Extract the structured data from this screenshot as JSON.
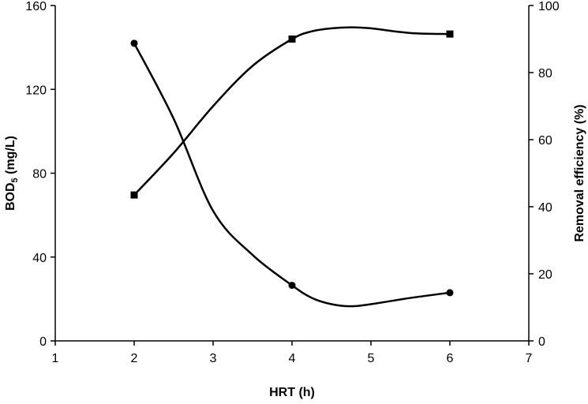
{
  "chart_data": {
    "type": "line",
    "xlabel": "HRT (h)",
    "ylabel": "BOD5 (mg/L)",
    "ylabel_main": "BOD",
    "ylabel_sub": "5",
    "ylabel_rest": " (mg/L)",
    "y2label": "Removal efficiency (%)",
    "xlim": [
      1,
      7
    ],
    "ylim": [
      0,
      160
    ],
    "y2lim": [
      0,
      100
    ],
    "xticks": [
      1,
      2,
      3,
      4,
      5,
      6,
      7
    ],
    "yticks": [
      0,
      40,
      80,
      120,
      160
    ],
    "y2ticks": [
      0,
      20,
      40,
      60,
      80,
      100
    ],
    "grid": false,
    "colors": {
      "line": "#000000",
      "marker": "#000000"
    },
    "series": [
      {
        "axis": "left",
        "marker": "circle",
        "x": [
          2,
          4,
          6
        ],
        "y": [
          142,
          26.5,
          23
        ],
        "curve_x": [
          2,
          2.5,
          3,
          3.5,
          4,
          4.25,
          4.5,
          4.75,
          5,
          5.5,
          6
        ],
        "curve_y": [
          142,
          106,
          62,
          41,
          26.5,
          20.5,
          17.5,
          16.5,
          17.5,
          20.5,
          23
        ]
      },
      {
        "axis": "right",
        "marker": "square",
        "x": [
          2,
          4,
          6
        ],
        "y": [
          43.5,
          90,
          91.5
        ],
        "curve_x": [
          2,
          2.5,
          3,
          3.5,
          4,
          4.25,
          4.5,
          4.75,
          5,
          5.5,
          6
        ],
        "curve_y": [
          43.5,
          56,
          70,
          82,
          90,
          92.3,
          93.2,
          93.5,
          93.2,
          91.8,
          91.5
        ]
      }
    ]
  }
}
